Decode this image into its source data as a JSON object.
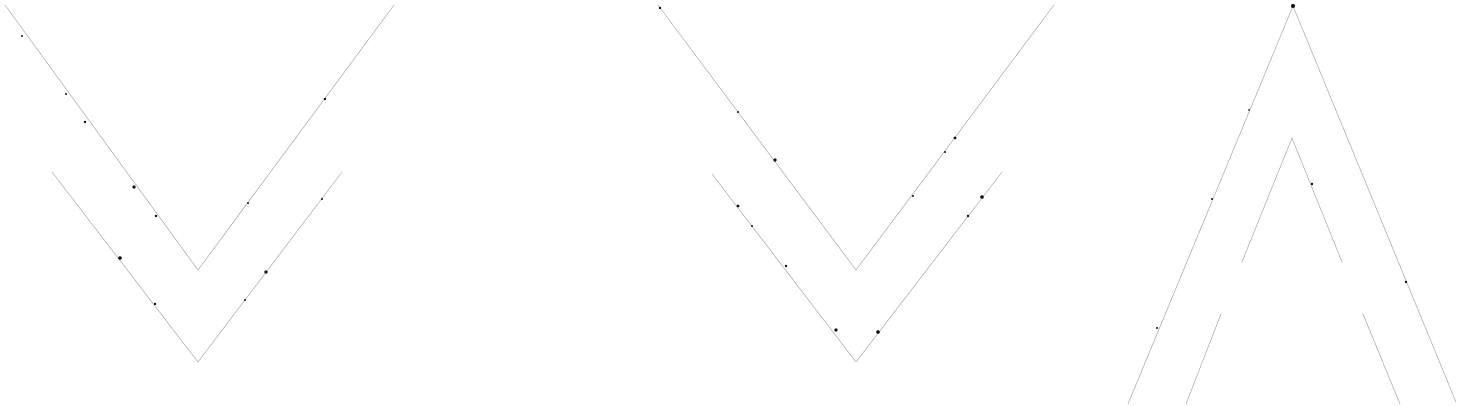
{
  "page": {
    "background": "#ffffff",
    "line_color": "#9a9a9a",
    "speck_color": "#111111"
  },
  "shapes": [
    {
      "name": "left-double-chevron-icon",
      "depicts": "chevron-down"
    },
    {
      "name": "middle-double-chevron-icon",
      "depicts": "chevron-down"
    },
    {
      "name": "right-double-caret-icon",
      "depicts": "chevron-up"
    }
  ]
}
